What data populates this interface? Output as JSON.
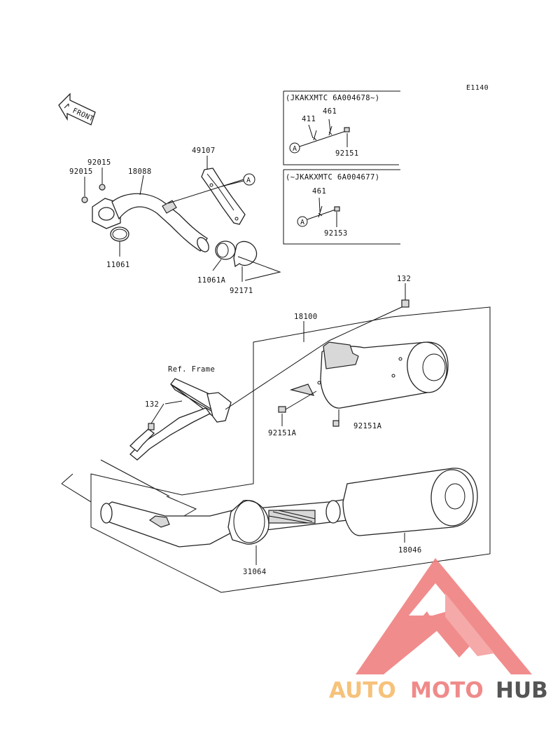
{
  "diagram_code": "E1140",
  "front_label": "FRONT",
  "variant_boxes": [
    {
      "header": "(JKAKXMTC 6A004678~)",
      "ref": "A",
      "parts": [
        "411",
        "461",
        "92151"
      ]
    },
    {
      "header": "(~JKAKXMTC 6A004677)",
      "ref": "A",
      "parts": [
        "461",
        "92153"
      ]
    }
  ],
  "ref_frame_label": "Ref. Frame",
  "callouts": {
    "p92015_top": "92015",
    "p92015_left": "92015",
    "p18088": "18088",
    "p49107": "49107",
    "ref_a": "A",
    "p11061": "11061",
    "p11061a": "11061A",
    "p92171": "92171",
    "p132_top": "132",
    "p18100": "18100",
    "p132_mid": "132",
    "p92151a_left": "92151A",
    "p92151a_right": "92151A",
    "p18046": "18046",
    "p31064": "31064"
  },
  "watermark": {
    "part1": "AUTO",
    "part2": "MOTO",
    "part3": "HUB",
    "color1": "#f6c27a",
    "color2": "#f08a8a",
    "color3": "#555555"
  },
  "colors": {
    "line": "#111111",
    "logo": "#f08080"
  }
}
